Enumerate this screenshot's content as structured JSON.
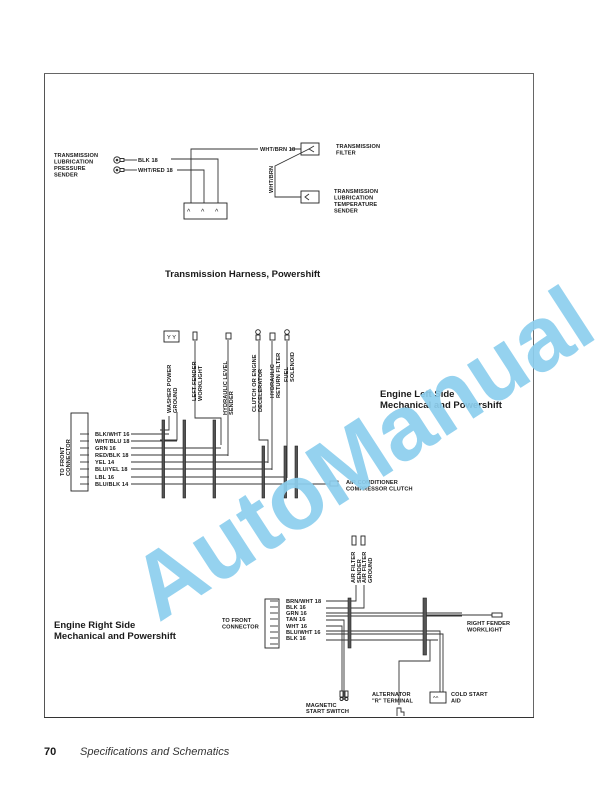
{
  "page": {
    "number": "70",
    "section_title": "Specifications and Schematics",
    "watermark": "AutoManual",
    "watermark_color": "#8dcfee"
  },
  "diagrams": {
    "transmission": {
      "title": "Transmission Harness, Powershift",
      "pressure_sender_label": [
        "TRANSMISSION",
        "LUBRICATION",
        "PRESSURE",
        "SENDER"
      ],
      "wires": [
        "BLK 18",
        "WHT/RED 18",
        "WHT/BRN 18"
      ],
      "vertical_wire": "WHT/BRN",
      "filter_label": [
        "TRANSMISSION",
        "FILTER"
      ],
      "temp_sender_label": [
        "TRANSMISSION",
        "LUBRICATION",
        "TEMPERATURE",
        "SENDER"
      ]
    },
    "engine_left": {
      "title_line1": "Engine Left Side",
      "title_line2": "Mechanical and Powershift",
      "connector_label": [
        "TO FRONT",
        "CONNECTOR"
      ],
      "wires": [
        "BLK/WHT 16",
        "WHT/BLU 18",
        "GRN 16",
        "RED/BLK 18",
        "YEL 14",
        "BLU/YEL 18",
        "LBL 16",
        "BLU/BLK 14"
      ],
      "components": [
        [
          "WASHER POWER",
          "GROUND"
        ],
        [
          "LEFT FENDER",
          "WORKLIGHT"
        ],
        [
          "HYDRAULIC LEVEL",
          "SENDER"
        ],
        [
          "CLUTCH OR ENGINE",
          "DECELERATOR"
        ],
        [
          "HYDRAULIC",
          "RETURN FILTER"
        ],
        [
          "FUEL",
          "SOLENOID"
        ]
      ],
      "ac_label": [
        "AIR CONDITIONER",
        "COMPRESSOR CLUTCH"
      ]
    },
    "engine_right": {
      "title_line1": "Engine Right Side",
      "title_line2": "Mechanical and Powershift",
      "connector_label": [
        "TO FRONT",
        "CONNECTOR"
      ],
      "wires": [
        "BRN/WHT 18",
        "BLK 16",
        "GRN 16",
        "TAN 16",
        "WHT 16",
        "BLU/WHT 16",
        "BLK 16"
      ],
      "air_filter_sender": [
        "AIR FILTER",
        "SENDER"
      ],
      "air_filter_ground": [
        "AIR FILTER",
        "GROUND"
      ],
      "right_fender": [
        "RIGHT FENDER",
        "WORKLIGHT"
      ],
      "magnetic_switch": [
        "MAGNETIC",
        "START SWITCH"
      ],
      "alternator": [
        "ALTERNATOR",
        "\"R\" TERMINAL"
      ],
      "cold_start": [
        "COLD START",
        "AID"
      ]
    }
  }
}
